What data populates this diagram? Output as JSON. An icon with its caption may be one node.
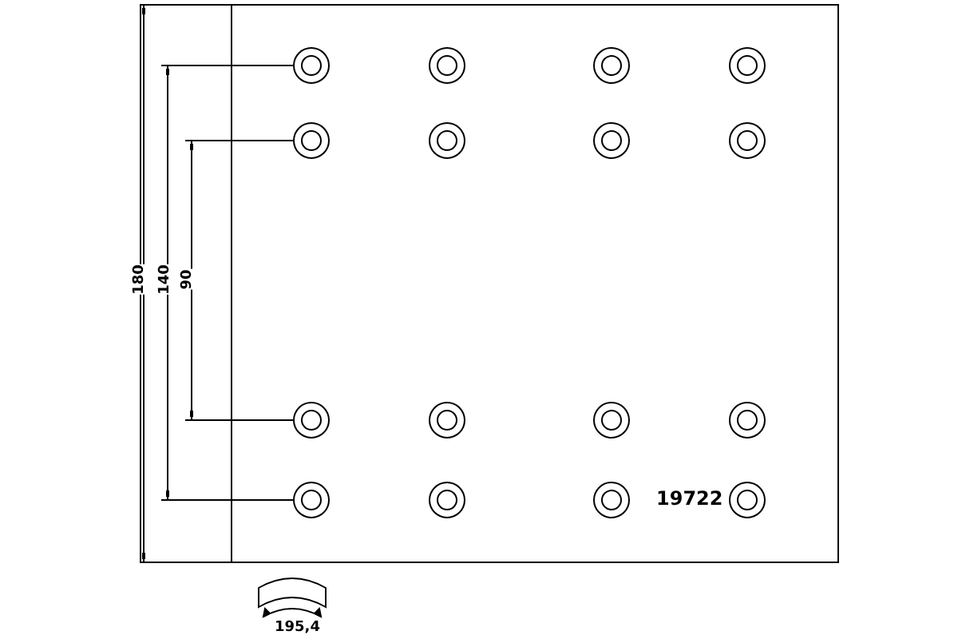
{
  "diagram": {
    "labels": [
      "180",
      "140",
      "90",
      "19722",
      "195,4"
    ]
  }
}
